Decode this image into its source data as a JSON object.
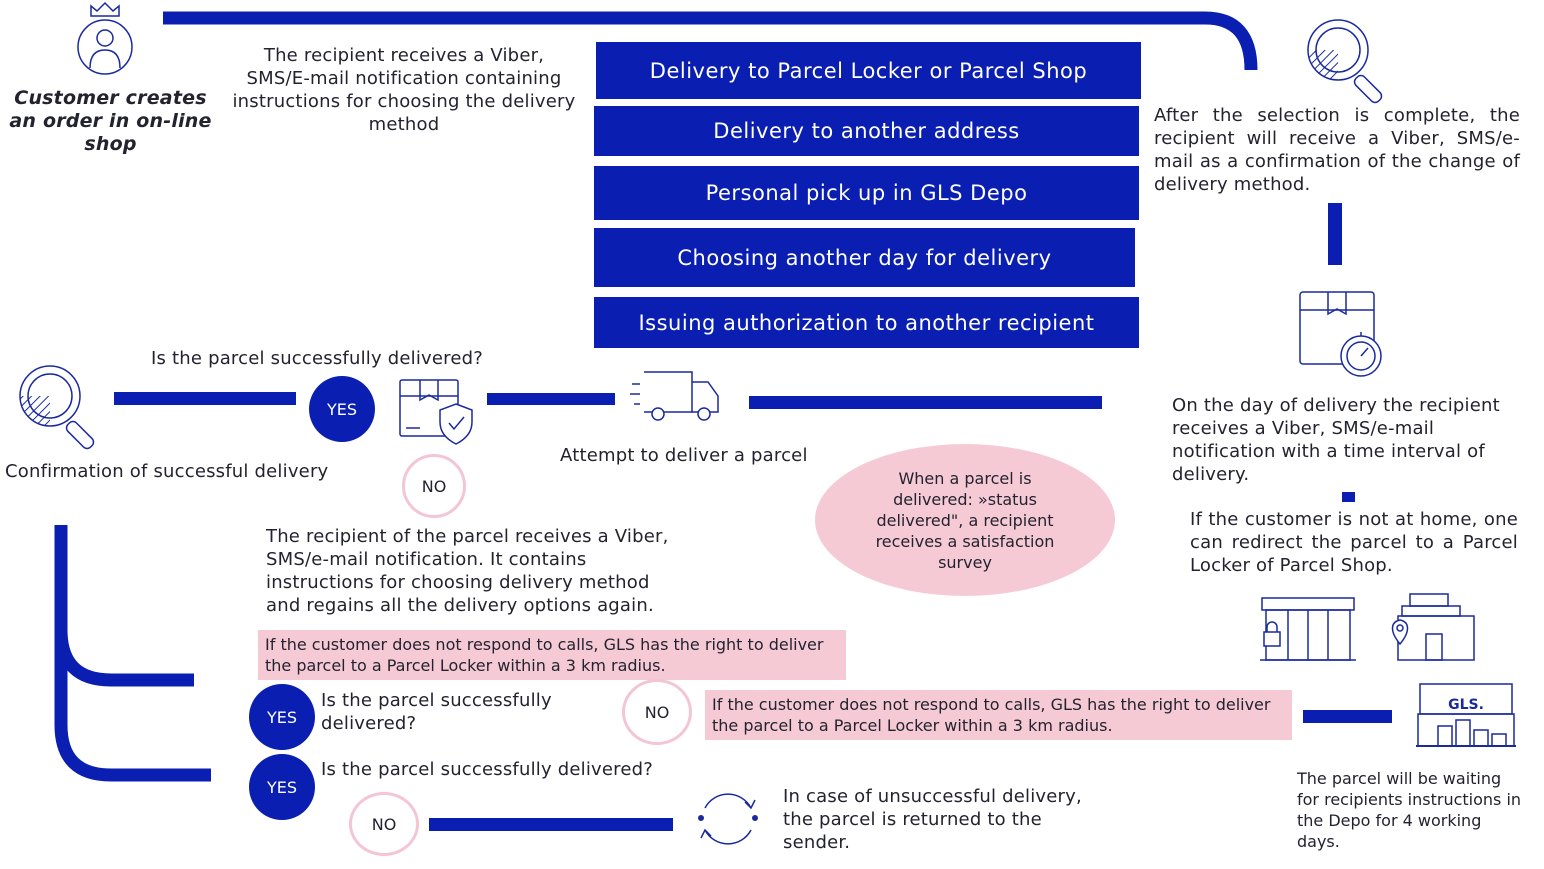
{
  "colors": {
    "primary_blue": "#0a1fb1",
    "pink": "#f5cad5",
    "pink_border": "#f2c6d2",
    "icon_stroke": "#1a2a9e"
  },
  "header": {
    "customer_text": "Customer creates an order in on-line shop",
    "notification_text": "The recipient receives a Viber, SMS/E-mail notification containing instructions for choosing the delivery method"
  },
  "options": [
    {
      "label": "Delivery to Parcel Locker or Parcel Shop"
    },
    {
      "label": "Delivery to another address"
    },
    {
      "label": "Personal pick up in GLS Depo"
    },
    {
      "label": "Choosing another day for delivery"
    },
    {
      "label": "Issuing authorization to another recipient"
    }
  ],
  "right_column": {
    "confirmation_text": "After the selection is complete, the recipient will receive a Viber, SMS/e-mail as a confirmation of the change of delivery method.",
    "day_text": "On the day of delivery the recipient receives a Viber, SMS/e-mail notification with a time interval of delivery.",
    "not_home_text": "If the customer is not at home, one can redirect the parcel to a Parcel Locker of Parcel Shop.",
    "depo_text": "The parcel will be waiting for recipients instructions in the Depo for 4 working days.",
    "gls_sign": "GLS."
  },
  "middle": {
    "question1": "Is the parcel successfully delivered?",
    "yes": "YES",
    "no": "NO",
    "confirmation_label": "Confirmation of successful delivery",
    "attempt_label": "Attempt to deliver a parcel",
    "survey_text": "When a parcel is delivered: »status delivered\", a recipient receives a satisfaction survey"
  },
  "lower": {
    "regain_text": "The recipient of the parcel receives a Viber, SMS/e-mail notification. It contains instructions for choosing delivery method and regains all the delivery options again.",
    "calls_text_1": "If the customer does not respond to calls, GLS has the right to deliver the parcel to a Parcel Locker within a 3 km radius.",
    "calls_text_2": "If the customer does not respond to calls, GLS has the right to deliver the parcel to a Parcel Locker within  a 3 km radius.",
    "question2": "Is the parcel successfully delivered?",
    "question3": "Is the parcel successfully delivered?",
    "return_text": "In case of unsuccessful delivery, the parcel is returned to the sender."
  }
}
